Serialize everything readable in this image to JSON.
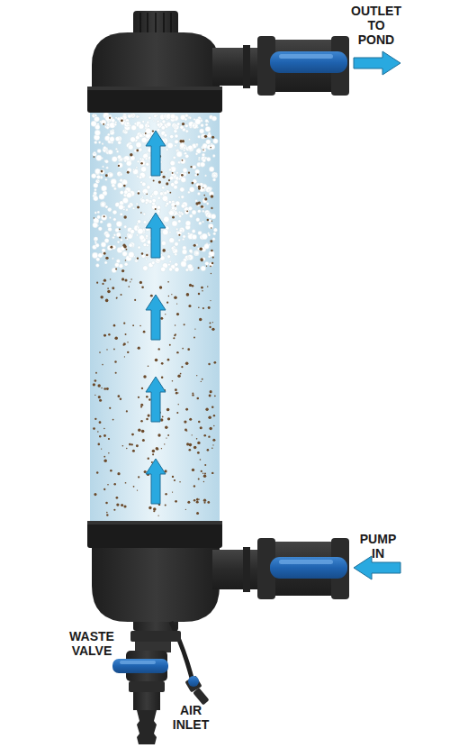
{
  "diagram": {
    "labels": [
      "OUTLET TO POND",
      "PUMP IN",
      "WASTE VALVE",
      "AIR INLET"
    ]
  }
}
